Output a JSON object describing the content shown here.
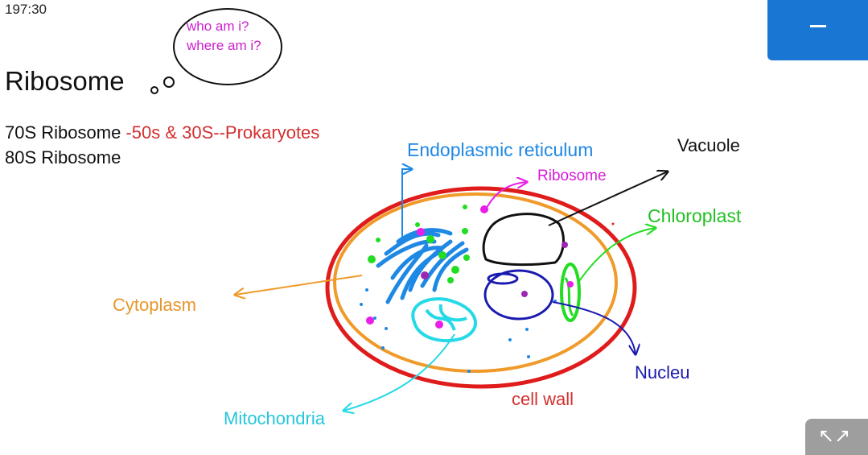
{
  "timer": "197:30",
  "title": "Ribosome",
  "thought_bubble": "who am i? where am i?",
  "notes": {
    "line1_black": "70S Ribosome ",
    "line1_red": "-50s & 30S--Prokaryotes",
    "line2": "80S Ribosome"
  },
  "labels": {
    "endoplasmic_reticulum": "Endoplasmic reticulum",
    "vacuole": "Vacuole",
    "ribosome": "Ribosome",
    "chloroplast": "Chloroplast",
    "cytoplasm": "Cytoplasm",
    "nucleus": "Nucleu",
    "cell_wall": "cell wall",
    "mitochondria": "Mitochondria"
  },
  "colors": {
    "cell_wall": "#e01b1b",
    "membrane": "#f09a2a",
    "er": "#1e88e5",
    "ribosome": "#e91ee9",
    "chloroplast": "#22dd22",
    "nucleus": "#1a1ab0",
    "mitochondria": "#26d9e6",
    "minimize_button": "#1976d2",
    "expand_button": "#9e9e9e"
  },
  "icons": {
    "minimize": "minimize-icon",
    "expand": "expand-arrows-icon"
  }
}
